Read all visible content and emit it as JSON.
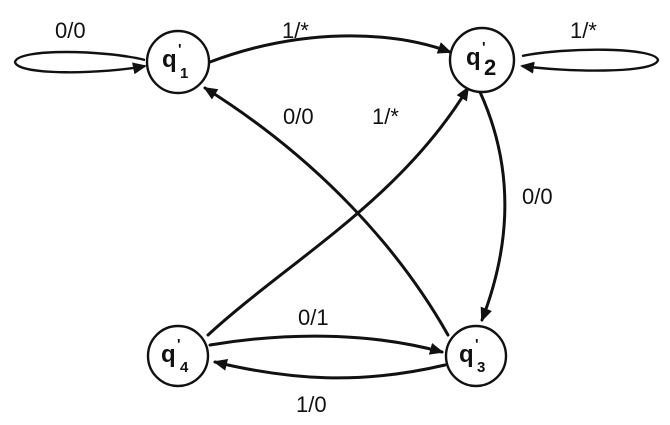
{
  "states": [
    {
      "id": "q1",
      "letter": "q",
      "prime": "'",
      "sub": "1"
    },
    {
      "id": "q2",
      "letter": "q",
      "prime": "'",
      "sub": "2"
    },
    {
      "id": "q3",
      "letter": "q",
      "prime": "'",
      "sub": "3"
    },
    {
      "id": "q4",
      "letter": "q",
      "prime": "'",
      "sub": "4"
    }
  ],
  "transitions": [
    {
      "from": "q1",
      "to": "q1",
      "label": "0/0"
    },
    {
      "from": "q1",
      "to": "q2",
      "label": "1/*"
    },
    {
      "from": "q2",
      "to": "q2",
      "label": "1/*"
    },
    {
      "from": "q3",
      "to": "q1",
      "label": "0/0"
    },
    {
      "from": "q4",
      "to": "q2",
      "label": "1/*"
    },
    {
      "from": "q2",
      "to": "q3",
      "label": "0/0"
    },
    {
      "from": "q4",
      "to": "q3",
      "label": "0/1"
    },
    {
      "from": "q3",
      "to": "q4",
      "label": "1/0"
    }
  ]
}
